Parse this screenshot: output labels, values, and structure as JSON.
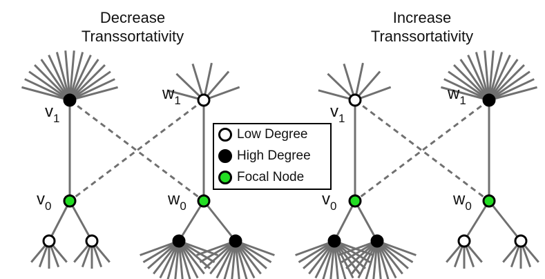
{
  "titles": {
    "left_line1": "Decrease",
    "left_line2": "Transsortativity",
    "right_line1": "Increase",
    "right_line2": "Transsortativity"
  },
  "node_labels": {
    "v_base": "v",
    "w_base": "w",
    "sub_1": "1",
    "sub_0": "0"
  },
  "legend": [
    {
      "label": "Low Degree",
      "fill": "#ffffff"
    },
    {
      "label": "High Degree",
      "fill": "#000000"
    },
    {
      "label": "Focal Node",
      "fill": "#22dd22"
    }
  ],
  "colors": {
    "edge": "#707070",
    "node_stroke": "#000000",
    "low_degree": "#ffffff",
    "high_degree": "#000000",
    "focal": "#22dd22"
  }
}
